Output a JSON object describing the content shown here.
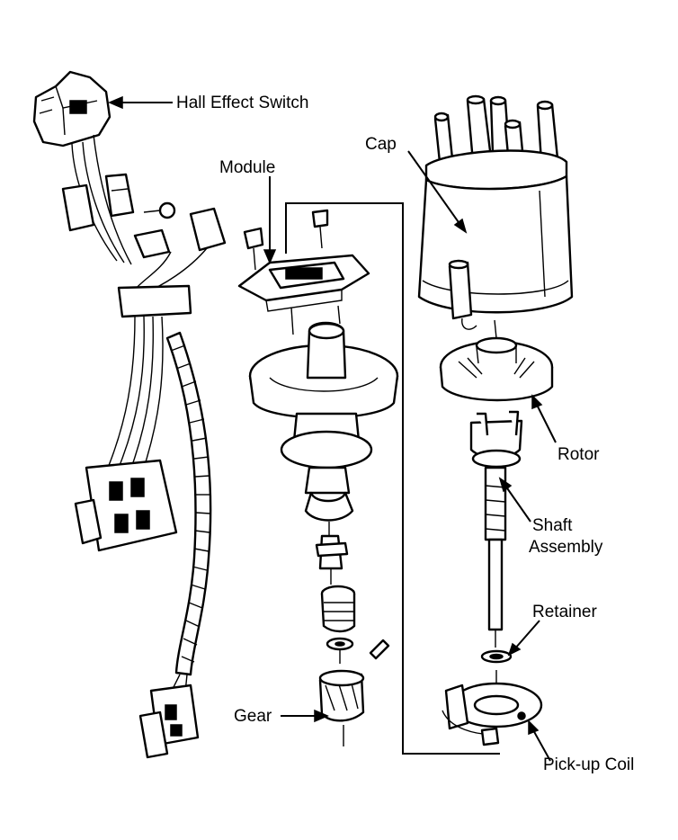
{
  "labels": {
    "hall_effect_switch": "Hall Effect Switch",
    "module": "Module",
    "cap": "Cap",
    "rotor": "Rotor",
    "shaft_assembly_line1": "Shaft",
    "shaft_assembly_line2": "Assembly",
    "retainer": "Retainer",
    "gear": "Gear",
    "pickup_coil": "Pick-up Coil"
  }
}
